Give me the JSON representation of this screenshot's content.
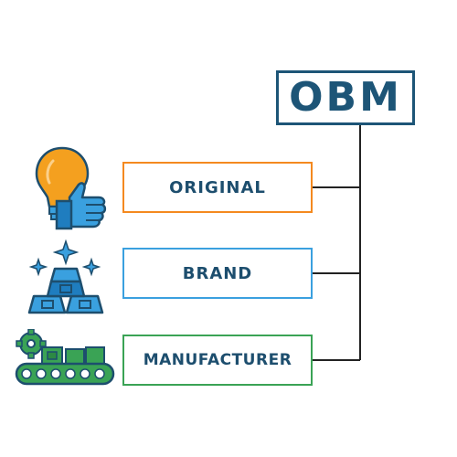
{
  "title": "OBM",
  "terms": [
    {
      "label": "ORIGINAL",
      "color": "#f4891f",
      "icon": "lightbulb-thumbs-up-icon"
    },
    {
      "label": "BRAND",
      "color": "#3aa0df",
      "icon": "gold-bars-sparkle-icon"
    },
    {
      "label": "MANUFACTURER",
      "color": "#3aa355",
      "icon": "conveyor-gear-icon"
    }
  ],
  "colors": {
    "title_border": "#1d5577",
    "title_text": "#1d5577",
    "term_text": "#1d4e6e",
    "connector": "#222222"
  }
}
